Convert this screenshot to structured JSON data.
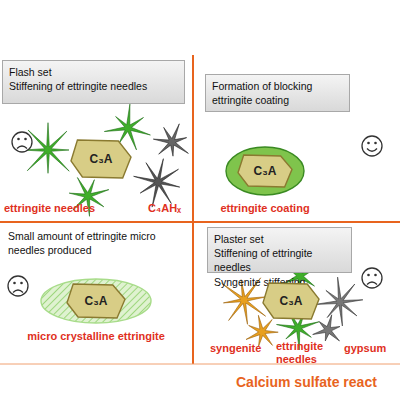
{
  "diagram": {
    "title": "Calcium sulfate react",
    "nodes": [
      {
        "text": [
          "Flash set",
          "Stiffening of ettringite needles"
        ]
      },
      {
        "text": [
          "C₃A"
        ]
      },
      {
        "text": [
          "Formation of blocking ettringite coating"
        ]
      },
      {
        "text": [
          "ettringite coating"
        ]
      },
      {
        "text": [
          "C₃A"
        ],
        "in": 3
      },
      {
        "text": [
          "micro crystalline ettringite"
        ]
      },
      {
        "text": [
          "C₃A"
        ],
        "in": 5
      },
      {
        "text": [
          "Plaster set",
          "Stiffening of ettringite needles",
          "Syngenite stiffening"
        ]
      },
      {
        "text": [
          "C₃A"
        ]
      }
    ],
    "labels": [
      "ettringite needles",
      "C₄AHₓ",
      "Small amount of ettringite micro needles produced",
      "syngenite",
      "ettringite needles",
      "gypsum"
    ]
  }
}
